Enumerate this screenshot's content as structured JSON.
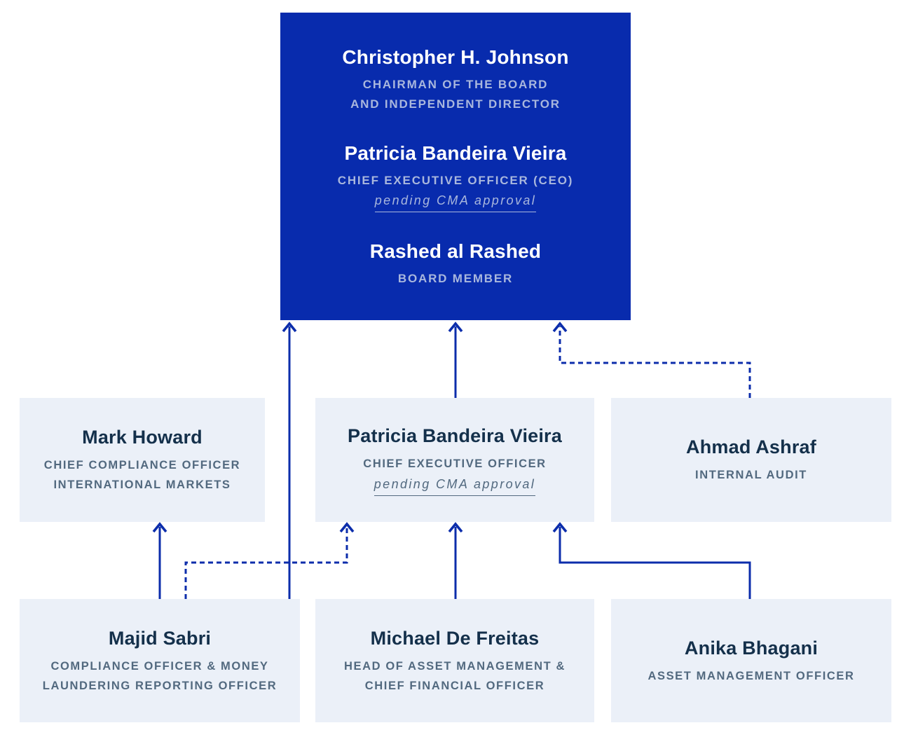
{
  "colors": {
    "top_box_bg": "#082bad",
    "card_bg": "#ebf0f8",
    "name_dark": "#14304b",
    "subtitle_slate": "#52697f",
    "top_name_white": "#ffffff",
    "top_subtitle_light": "#a9b7dd",
    "connector_blue": "#0c2dab"
  },
  "top_box": {
    "members": [
      {
        "name": "Christopher H. Johnson",
        "title_line1": "CHAIRMAN OF THE BOARD",
        "title_line2": "AND INDEPENDENT DIRECTOR"
      },
      {
        "name": "Patricia Bandeira Vieira",
        "title_line1": "CHIEF EXECUTIVE OFFICER (CEO)",
        "note": "pending CMA approval"
      },
      {
        "name": "Rashed al Rashed",
        "title_line1": "BOARD MEMBER"
      }
    ]
  },
  "middle_row": [
    {
      "name": "Mark Howard",
      "title_line1": "CHIEF COMPLIANCE OFFICER",
      "title_line2": "INTERNATIONAL MARKETS"
    },
    {
      "name": "Patricia Bandeira Vieira",
      "title_line1": "CHIEF EXECUTIVE OFFICER",
      "note": "pending CMA approval"
    },
    {
      "name": "Ahmad Ashraf",
      "title_line1": "INTERNAL AUDIT"
    }
  ],
  "bottom_row": [
    {
      "name": "Majid Sabri",
      "title_line1": "COMPLIANCE OFFICER & MONEY",
      "title_line2": "LAUNDERING REPORTING OFFICER"
    },
    {
      "name": "Michael De Freitas",
      "title_line1": "HEAD OF ASSET MANAGEMENT &",
      "title_line2": "CHIEF FINANCIAL OFFICER"
    },
    {
      "name": "Anika Bhagani",
      "title_line1": "ASSET MANAGEMENT OFFICER"
    }
  ]
}
